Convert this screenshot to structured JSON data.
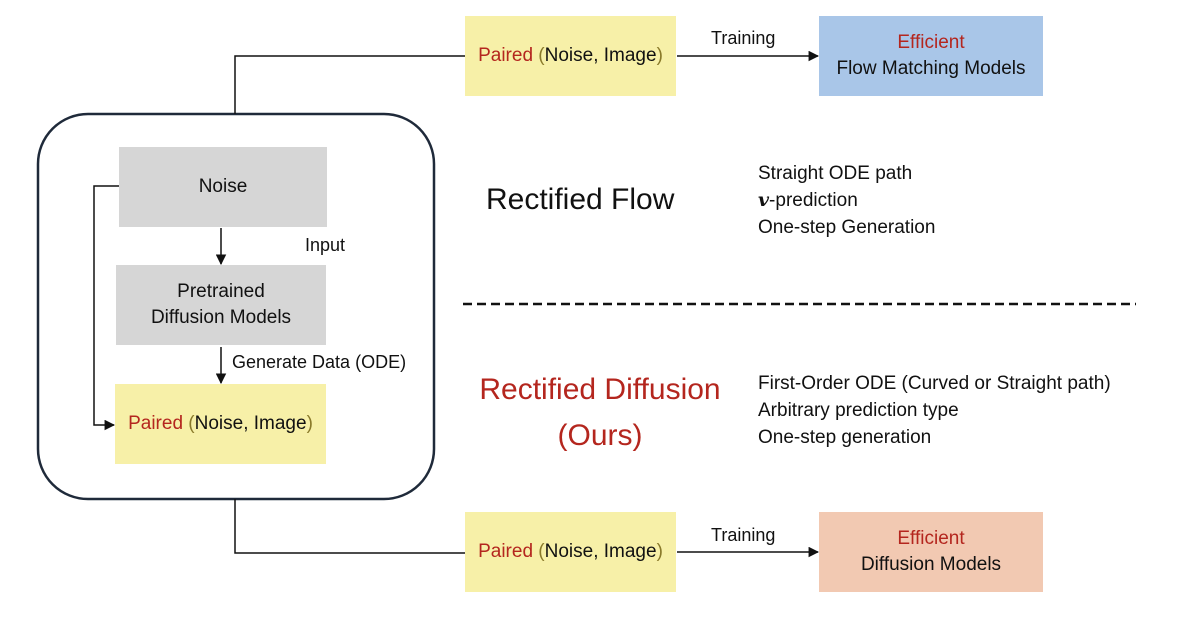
{
  "pipeline": {
    "noise_label": "Noise",
    "input_label": "Input",
    "model_label_line1": "Pretrained",
    "model_label_line2": "Diffusion Models",
    "generate_label": "Generate Data (ODE)",
    "paired": {
      "word": "Paired",
      "open": " (",
      "content": "Noise, Image",
      "close": ")"
    }
  },
  "top": {
    "paired": {
      "word": "Paired",
      "open": " (",
      "content": "Noise, Image",
      "close": ")"
    },
    "training_label": "Training",
    "result_line1": "Efficient",
    "result_line2": "Flow Matching Models"
  },
  "bottom": {
    "paired": {
      "word": "Paired",
      "open": " (",
      "content": "Noise, Image",
      "close": ")"
    },
    "training_label": "Training",
    "result_line1": "Efficient",
    "result_line2": "Diffusion Models"
  },
  "rectified_flow": {
    "title": "Rectified Flow",
    "features": [
      "Straight ODE path",
      "v",
      "-prediction",
      "One-step Generation"
    ]
  },
  "rectified_diffusion": {
    "title_line1": "Rectified Diffusion",
    "title_line2": "(Ours)",
    "features": [
      "First-Order ODE (Curved or Straight path)",
      "Arbitrary prediction type",
      "One-step generation"
    ]
  },
  "colors": {
    "accent_red": "#b4261e",
    "paren_olive": "#8a7a2a",
    "yellow_box": "#f7f0a8",
    "gray_box": "#d6d6d6",
    "blue_box": "#a9c6e8",
    "peach_box": "#f2c9b2"
  }
}
